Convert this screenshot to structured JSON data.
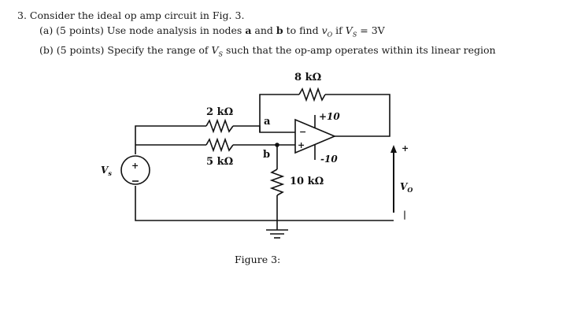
{
  "problem": {
    "number_text": "3. Consider the ideal op amp circuit in Fig. 3.",
    "part_a": {
      "prefix": "(a) (5 points) Use node analysis in nodes",
      "node_a": "a",
      "and": "and",
      "node_b": "b",
      "mid": "to find",
      "vo": "v",
      "vo_sub": "O",
      "if": "if",
      "vs": "V",
      "vs_sub": "S",
      "eq": "= 3V"
    },
    "part_b": {
      "prefix": "(b) (5 points) Specify the range of",
      "vs": "V",
      "vs_sub": "S",
      "suffix": "such that the op-amp operates within its linear region"
    }
  },
  "circuit": {
    "r_feedback": "8 kΩ",
    "r_a": "2 kΩ",
    "r_b": "5 kΩ",
    "r_ground": "10 kΩ",
    "node_a": "a",
    "node_b": "b",
    "supply_pos": "+10",
    "supply_neg": "-10",
    "source_label": "V",
    "source_sub": "s",
    "source_plus": "+",
    "out_plus": "+",
    "out_minus": "|",
    "out_label": "V",
    "out_sub": "O",
    "opamp_minus": "−",
    "opamp_plus": "+",
    "caption": "Figure 3:"
  }
}
